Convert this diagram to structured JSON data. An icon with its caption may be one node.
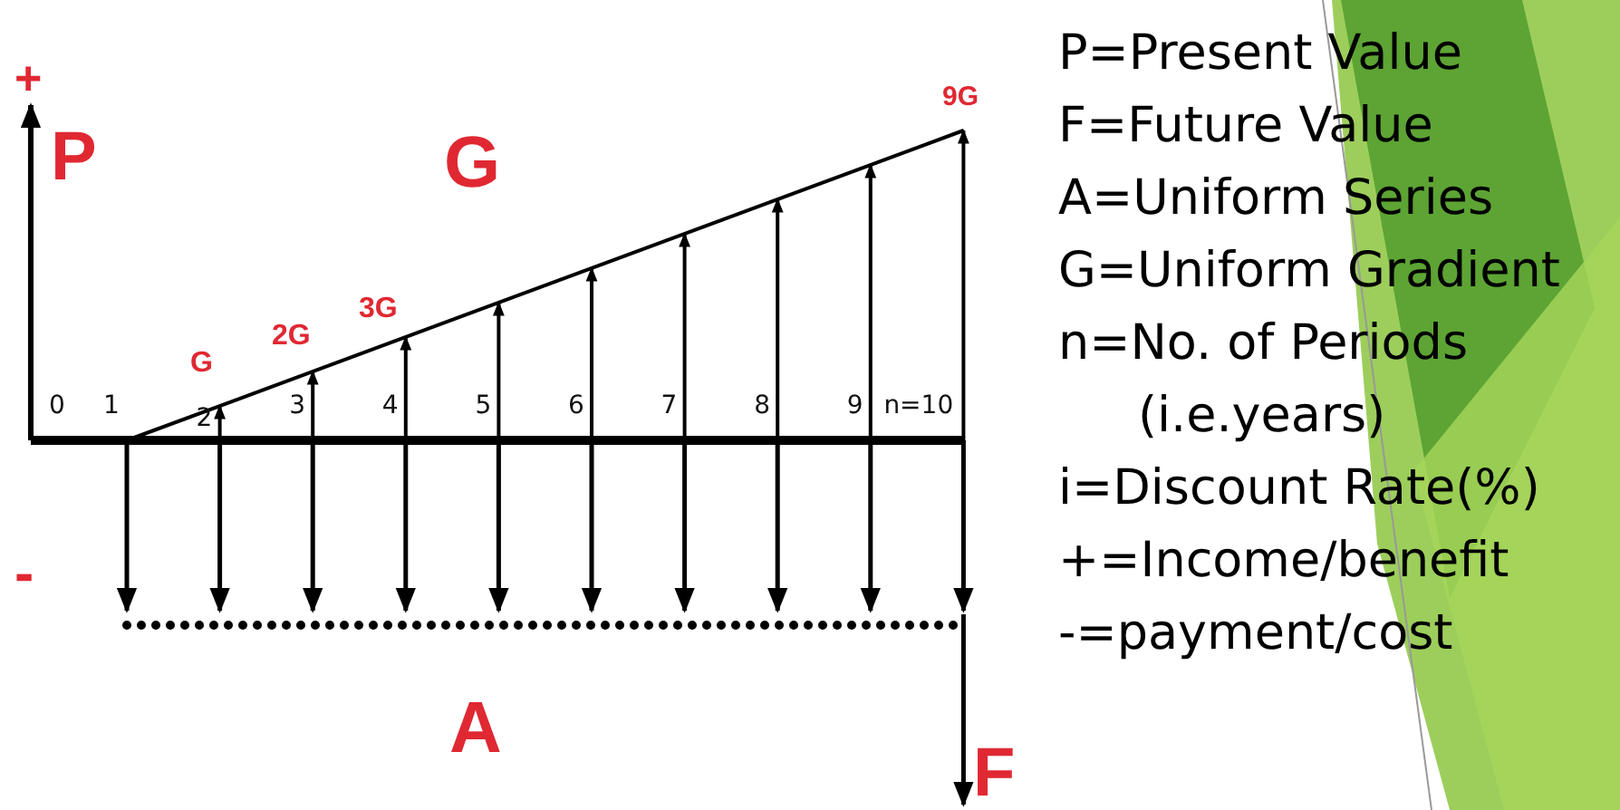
{
  "diagram": {
    "labels": [
      "+",
      "9G",
      "P",
      "G",
      "3G",
      "2G",
      "G",
      "0",
      "1",
      "2",
      "3",
      "4",
      "5",
      "6",
      "7",
      "8",
      "9",
      "n=10",
      "-",
      "A",
      "F",
      "P=Present Value",
      "F=Future Value",
      "A=Uniform Series",
      "G=Uniform Gradient",
      "n=No. of Periods (i.e.years)",
      "i=Discount Rate(%)",
      "+=Income/benefit",
      "-=payment/cost"
    ]
  }
}
